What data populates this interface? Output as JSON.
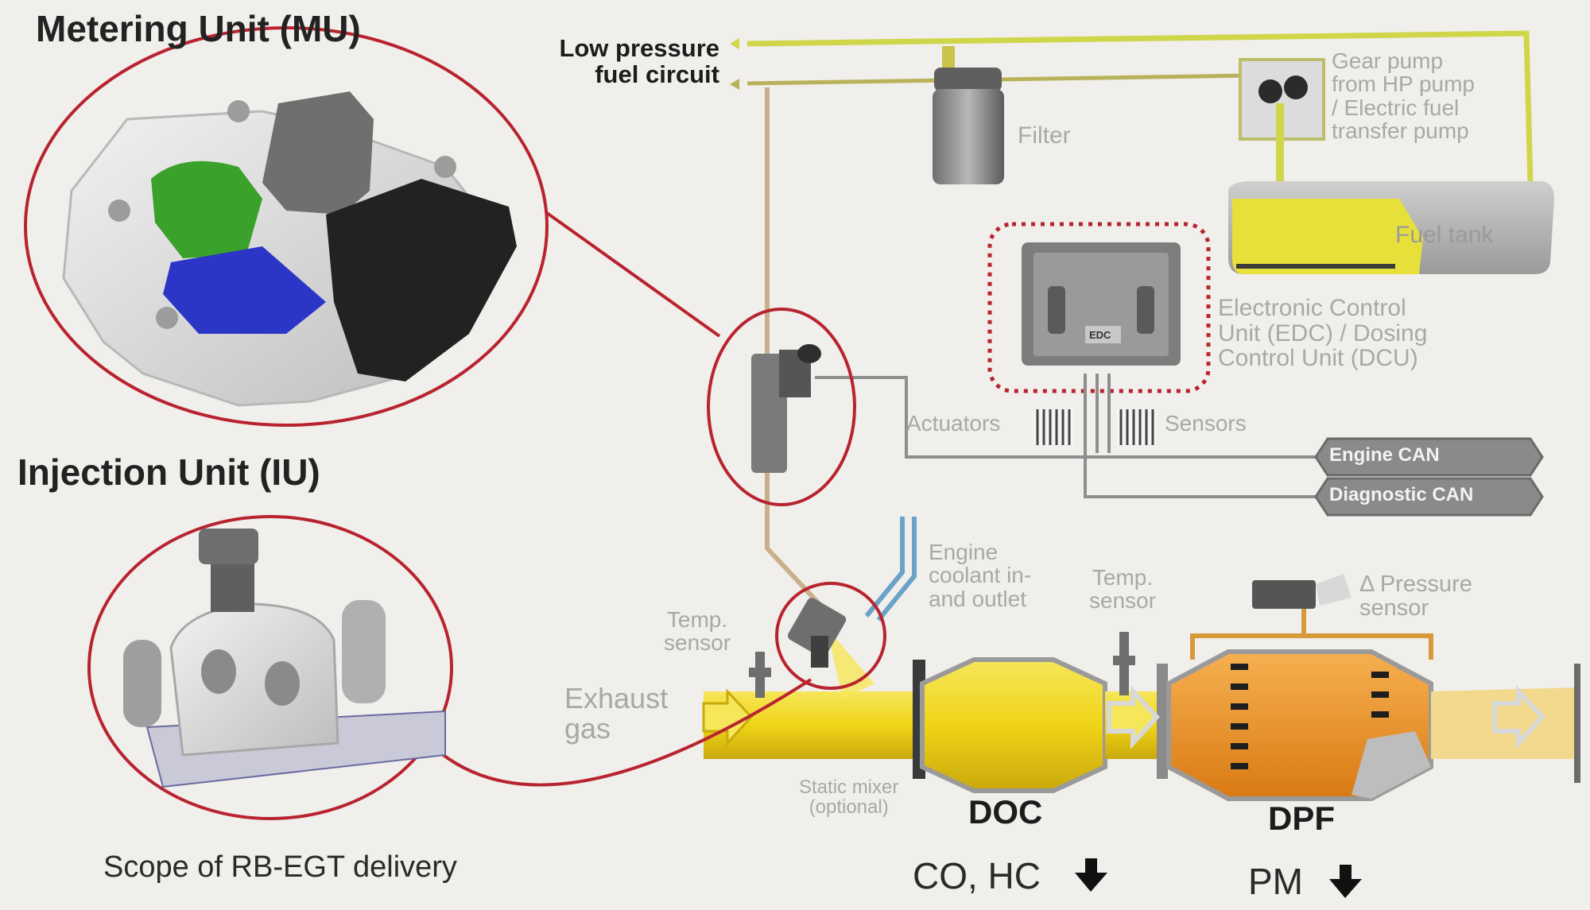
{
  "units": {
    "metering_title": "Metering Unit (MU)",
    "injection_title": "Injection Unit (IU)",
    "scope_caption": "Scope of RB-EGT delivery"
  },
  "fuel": {
    "circuit_label": "Low pressure\nfuel circuit",
    "filter_label": "Filter",
    "pump_label": "Gear pump\nfrom HP pump\n/ Electric fuel\ntransfer pump",
    "tank_label": "Fuel tank"
  },
  "control": {
    "ecu_label": "Electronic Control\nUnit (EDC) / Dosing\nControl Unit (DCU)",
    "ecu_chip_text": "EDC",
    "actuators_label": "Actuators",
    "sensors_label": "Sensors",
    "engine_can": "Engine CAN",
    "diagnostic_can": "Diagnostic CAN"
  },
  "exhaust": {
    "temp_sensor_1": "Temp.\nsensor",
    "coolant_label": "Engine\ncoolant in-\nand outlet",
    "temp_sensor_2": "Temp.\nsensor",
    "pressure_sensor": "Δ Pressure\nsensor",
    "exhaust_gas": "Exhaust\ngas",
    "static_mixer": "Static mixer\n(optional)",
    "doc_label": "DOC",
    "dpf_label": "DPF",
    "doc_reduction": "CO, HC",
    "dpf_reduction": "PM"
  },
  "colors": {
    "ring": "#b8232f",
    "fuel_line": "#cfd64a",
    "exhaust": "#f0d418",
    "dpf": "#ee9422",
    "ecu_outline": "#b8232f",
    "can_box": "#8a8a8a"
  }
}
